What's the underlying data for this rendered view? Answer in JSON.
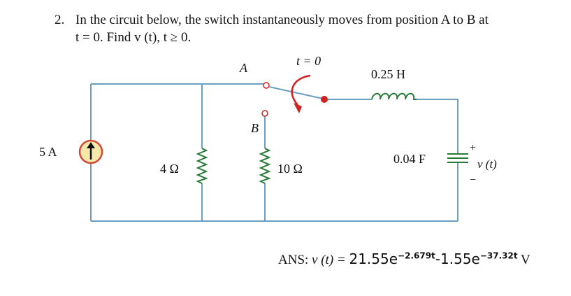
{
  "problem": {
    "number": "2.",
    "line1": "In the circuit below, the switch instantaneously moves from position A to B at",
    "line2": "t = 0. Find v (t), t ≥ 0."
  },
  "circuit": {
    "source_label": "5 A",
    "r1_label": "4 Ω",
    "r2_label": "10 Ω",
    "inductor_label": "0.25 H",
    "capacitor_label": "0.04 F",
    "switch_time_label": "t = 0",
    "pos_a_label": "A",
    "pos_b_label": "B",
    "plus_sign": "+",
    "minus_sign": "−",
    "voltage_label": "v (t)",
    "colors": {
      "wire": "#6a9fc3",
      "source_fill": "#f6e8a8",
      "source_border": "#d24a3a",
      "arrow": "#111111",
      "resistor": "#2a7a3a",
      "inductor": "#2a7a3a",
      "switch_pivot": "#d02020",
      "switch_arc": "#d02020",
      "capacitor": "#2a7a3a"
    }
  },
  "answer": {
    "prefix": "ANS: ",
    "lhs": "v (t) = ",
    "term1": "21.55e",
    "exp1": "−2.679t",
    "term2": "-1.55e",
    "exp2": "−37.32t",
    "unit": " V"
  }
}
